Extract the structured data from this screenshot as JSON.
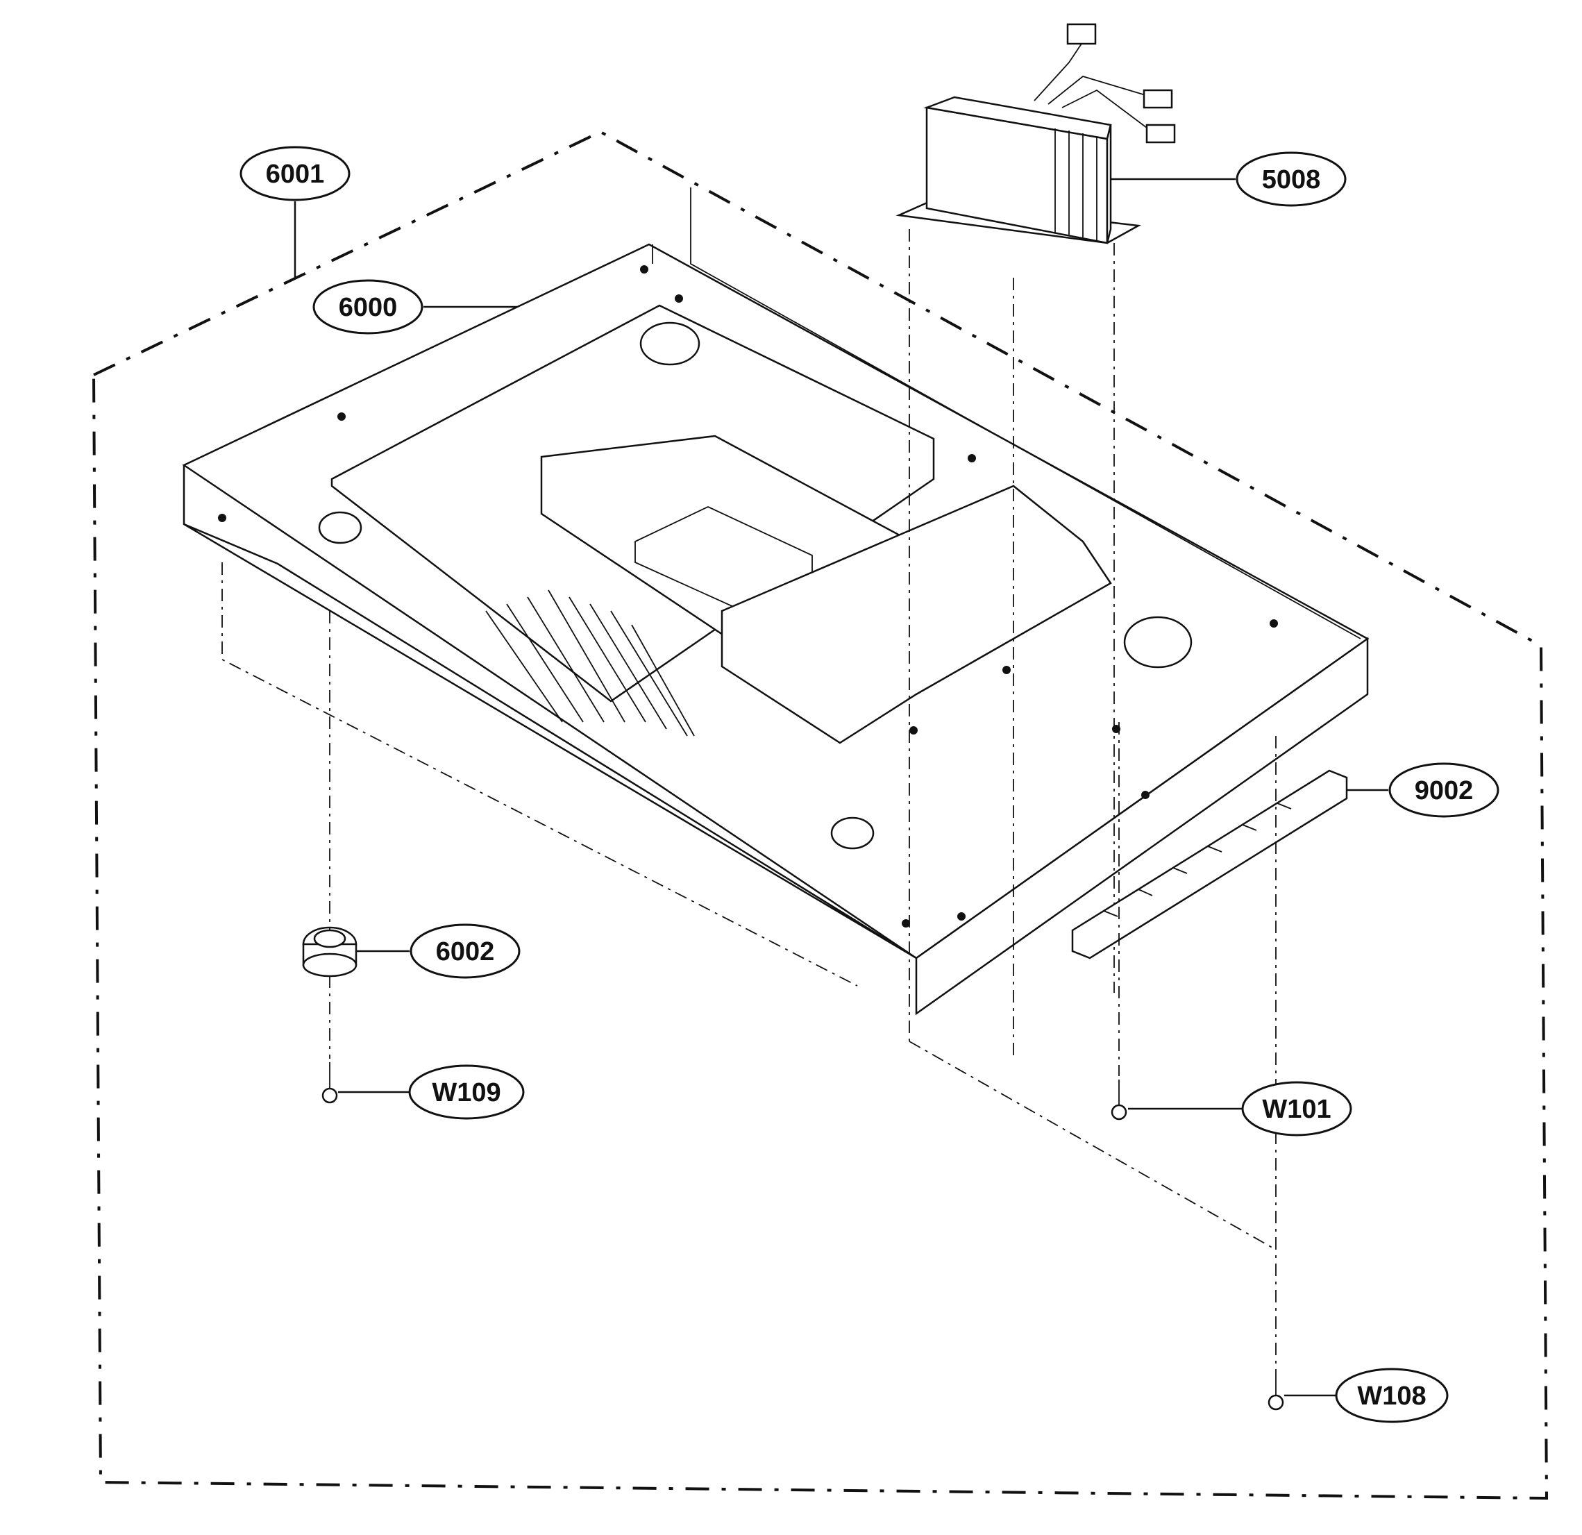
{
  "labels": {
    "assembly": "6001",
    "base_plate": "6000",
    "transformer": "5008",
    "foam_strip": "9002",
    "foot": "6002",
    "screw_foot": "W109",
    "screw_transformer": "W101",
    "screw_strip": "W108"
  }
}
